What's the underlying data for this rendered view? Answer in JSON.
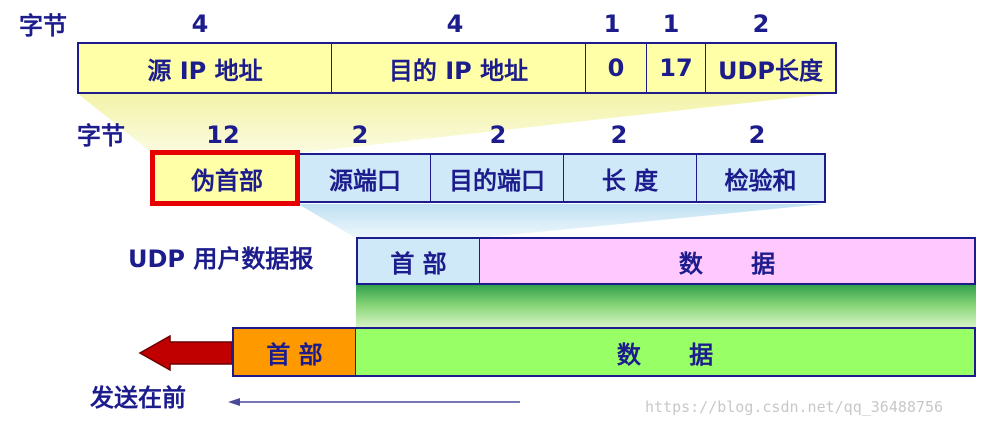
{
  "ip_pseudo_header": {
    "byte_label": "字节",
    "byte_counts": [
      "4",
      "4",
      "1",
      "1",
      "2"
    ],
    "fields": [
      "源 IP 地址",
      "目的 IP 地址",
      "0",
      "17",
      "UDP长度"
    ]
  },
  "udp_header": {
    "byte_label": "字节",
    "byte_counts": [
      "12",
      "2",
      "2",
      "2",
      "2"
    ],
    "fields": [
      "伪首部",
      "源端口",
      "目的端口",
      "长 度",
      "检验和"
    ]
  },
  "udp_datagram": {
    "label": "UDP 用户数据报",
    "header": "首 部",
    "data": "数 据"
  },
  "ip_datagram": {
    "header": "首 部",
    "data": "数 据"
  },
  "send_first": "发送在前",
  "watermark": "https://blog.csdn.net/qq_36488756",
  "colors": {
    "navy": "#1c1c8c",
    "pseudo_header_fill": "#ffffa8",
    "udp_header_fill": "#cfe9f9",
    "udp_data_fill": "#ffc8ff",
    "ip_header_fill": "#ff9900",
    "ip_data_fill": "#99ff66",
    "highlight_border": "#e60000",
    "arrow_red": "#c00000"
  }
}
